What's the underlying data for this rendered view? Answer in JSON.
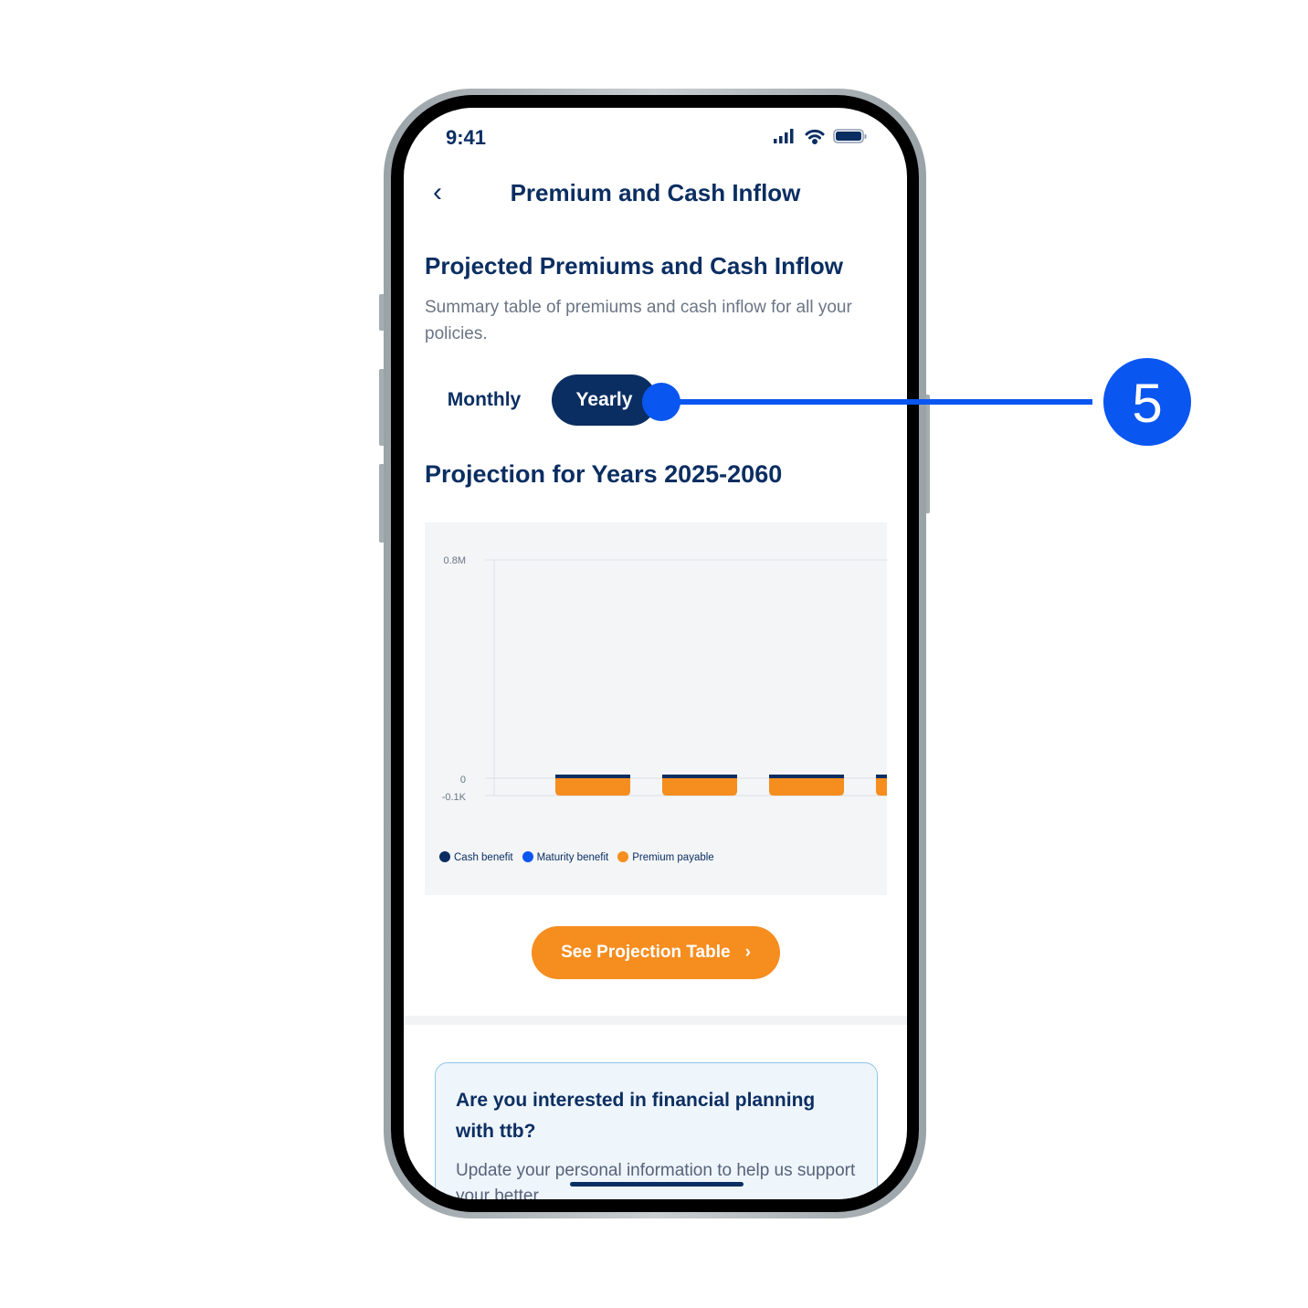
{
  "status_bar": {
    "time": "9:41"
  },
  "header": {
    "title": "Premium and Cash Inflow"
  },
  "section": {
    "title": "Projected Premiums and Cash Inflow",
    "subtitle": "Summary table of premiums and cash inflow for all your policies."
  },
  "toggle": {
    "monthly": "Monthly",
    "yearly": "Yearly",
    "selected": "Yearly"
  },
  "projection_title": "Projection for Years 2025-2060",
  "chart_data": {
    "type": "bar",
    "title": "Projection for Years 2025-2060",
    "y_ticks": [
      "0.8M",
      "0",
      "-0.1K"
    ],
    "ylim": [
      -100,
      800000
    ],
    "series": [
      {
        "name": "Cash benefit",
        "color": "#0b2e62",
        "values": [
          1,
          1,
          1,
          1
        ]
      },
      {
        "name": "Maturity benefit",
        "color": "#0a56f0",
        "values": [
          0,
          0,
          0,
          0
        ]
      },
      {
        "name": "Premium payable",
        "color": "#f68d1f",
        "values": [
          -100,
          -100,
          -100,
          -100
        ]
      }
    ],
    "legend": "bottom-left"
  },
  "cta": {
    "label": "See Projection Table"
  },
  "card": {
    "title": "Are you interested in financial planning with ttb?",
    "body": "Update your personal information to help us support your better"
  },
  "annotation": {
    "number": "5",
    "color": "#0a56f0"
  }
}
